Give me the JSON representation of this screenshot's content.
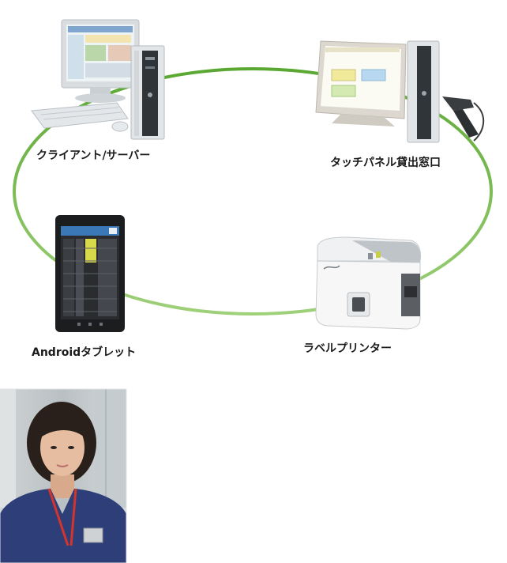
{
  "nodes": [
    {
      "id": "client-server",
      "label": "クライアント/サーバー",
      "icon": "desktop-pc-icon"
    },
    {
      "id": "touch-panel",
      "label": "タッチパネル貸出窓口",
      "icon": "touch-panel-kiosk-icon"
    },
    {
      "id": "android-tablet",
      "label": "Androidタブレット",
      "icon": "tablet-icon"
    },
    {
      "id": "label-printer",
      "label": "ラベルプリンター",
      "icon": "label-printer-icon"
    }
  ],
  "screens": {
    "touch_panel_buttons": [
      "",
      "",
      ""
    ],
    "tablet_header": ""
  },
  "colors": {
    "ring": "#6db33f",
    "ring_light": "#a8d58a",
    "tablet_highlight": "#d7d84a"
  }
}
